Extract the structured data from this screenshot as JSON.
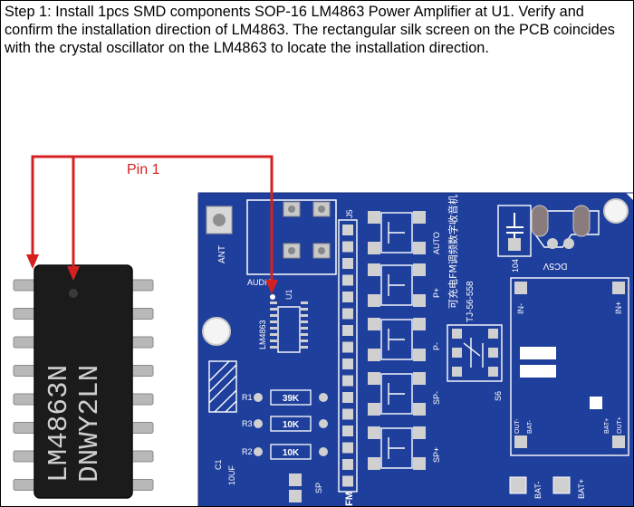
{
  "instruction": {
    "text": "Step 1: Install 1pcs SMD components SOP-16 LM4863 Power Amplifier at U1. Verify and confirm the installation direction of LM4863. The rectangular silk screen on the PCB coincides with the crystal oscillator on the LM4863 to locate the installation direction."
  },
  "annotation": {
    "pin_label": "Pin 1",
    "color": "#d52020"
  },
  "chip": {
    "line1": "LM4863N",
    "line2": "DNWY2LN"
  },
  "pcb": {
    "color": "#1e3f9a",
    "labels": {
      "ant": "ANT",
      "audio": "AUDIO",
      "u1": "U1",
      "ic": "LM4863",
      "j5": "J5",
      "fm": "FM",
      "auto": "AUTO",
      "p_plus": "P+",
      "p_minus": "P-",
      "sp_minus": "SP-",
      "sp_plus": "SP+",
      "title_cn": "可充电FM调频数字收音机",
      "model": "TJ-56-558",
      "s6": "S6",
      "cap104": "104",
      "dc5v": "DC5V",
      "in_minus": "IN-",
      "in_plus": "IN+",
      "out_minus": "OUT-",
      "bat_minus_small": "BAT-",
      "bat_plus_small": "BAT+",
      "out_plus": "OUT+",
      "bat_minus": "BAT-",
      "bat_plus": "BAT+",
      "r1": "R1",
      "r3": "R3",
      "r2": "R2",
      "c1": "C1",
      "c1_value": "10UF",
      "sp": "SP",
      "res_39k": "39K",
      "res_10k_a": "10K",
      "res_10k_b": "10K"
    }
  }
}
